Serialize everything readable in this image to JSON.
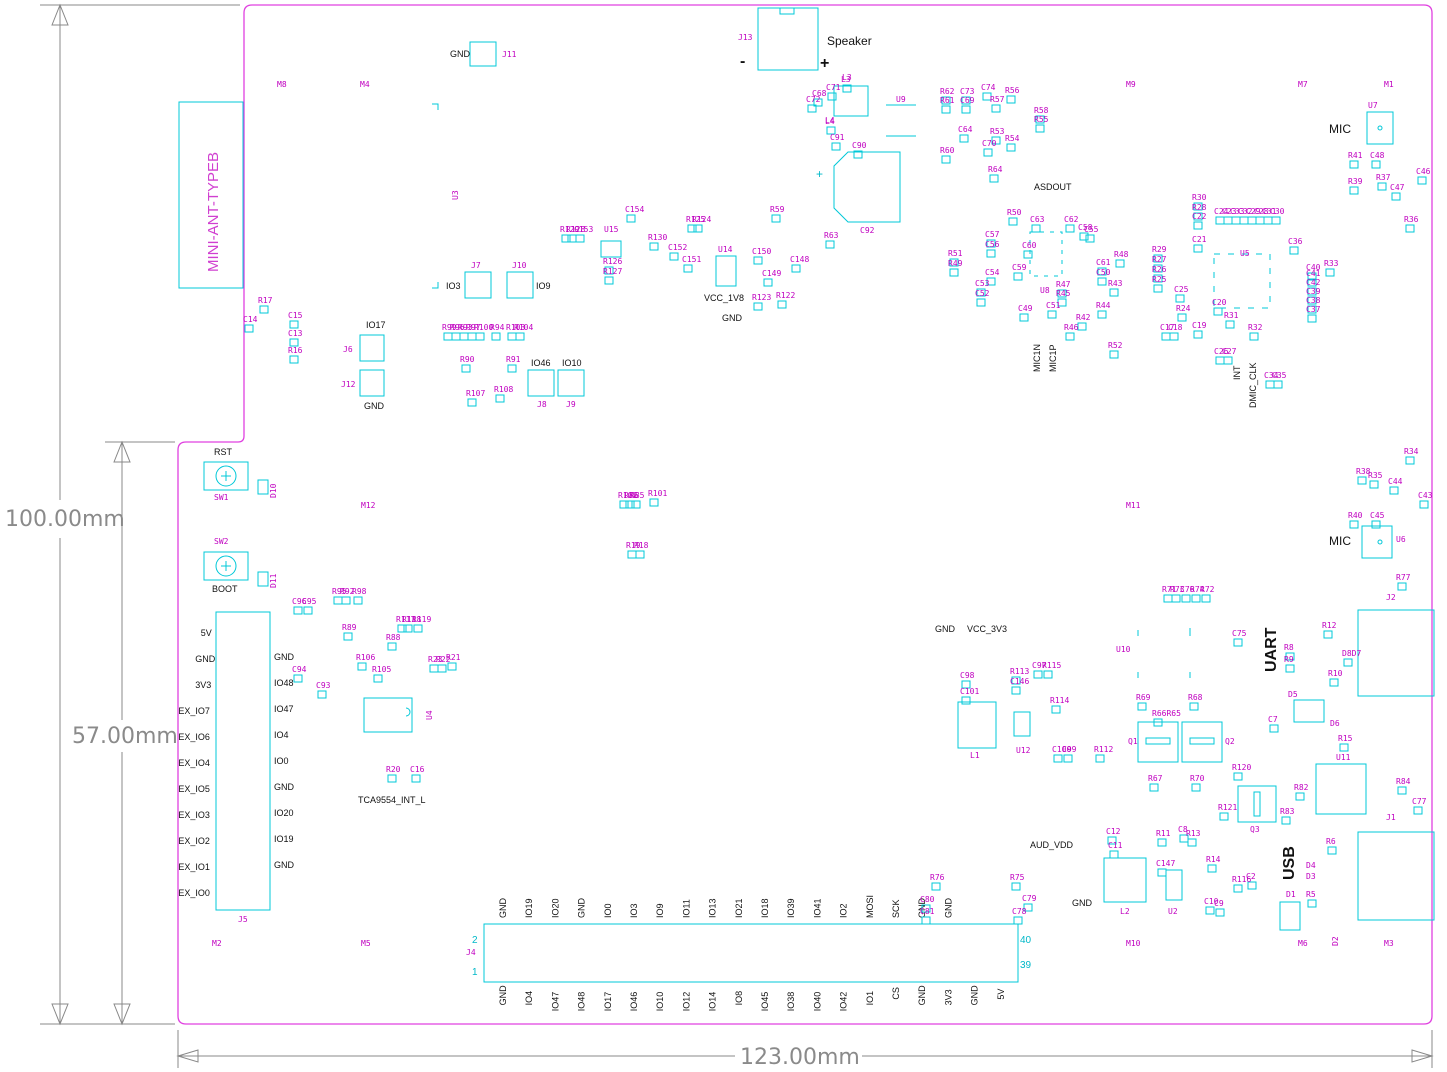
{
  "dimensions": {
    "height_total": "100.00mm",
    "height_lower": "57.00mm",
    "width": "123.00mm"
  },
  "antenna_label": "MINI-ANT-TYPEB",
  "mount_holes": [
    "M8",
    "M4",
    "M9",
    "M7",
    "M1",
    "M12",
    "M11",
    "M2",
    "M5",
    "M10",
    "M6",
    "M3"
  ],
  "speaker": {
    "ref": "J13",
    "label": "Speaker",
    "minus": "-",
    "plus": "+"
  },
  "mic_top": {
    "ref": "U7",
    "label": "MIC"
  },
  "mic_bottom": {
    "ref": "U6",
    "label": "MIC"
  },
  "buttons": {
    "rst": "RST",
    "sw1": "SW1",
    "sw2": "SW2",
    "boot": "BOOT",
    "d10": "D10",
    "d11": "D11"
  },
  "section_labels": {
    "uart": "UART",
    "usb": "USB",
    "asdout": "ASDOUT",
    "int": "INT",
    "dmic_clk": "DMIC_CLK",
    "mic1n": "MIC1N",
    "mic1p": "MIC1P",
    "aud_vdd": "AUD_VDD",
    "gnd_aud": "GND",
    "gnd_vcc": "GND",
    "vcc_3v3": "VCC_3V3",
    "vcc_1v8": "VCC_1V8",
    "gnd_1v8": "GND",
    "tca": "TCA9554_INT_L"
  },
  "test_points": {
    "j11": "J11",
    "gnd_j11": "GND",
    "j7": "J7",
    "io3": "IO3",
    "j10": "J10",
    "io9": "IO9",
    "j6": "J6",
    "io17": "IO17",
    "j12": "J12",
    "gnd_j12": "GND",
    "io46": "IO46",
    "io10": "IO10",
    "j8": "J8",
    "j9": "J9"
  },
  "j5": {
    "ref": "J5",
    "left": [
      "5V",
      "GND",
      "3V3",
      "EX_IO7",
      "EX_IO6",
      "EX_IO4",
      "EX_IO5",
      "EX_IO3",
      "EX_IO2",
      "EX_IO1",
      "EX_IO0"
    ],
    "right": [
      "GND",
      "IO48",
      "IO47",
      "IO4",
      "IO0",
      "GND",
      "IO20",
      "IO19",
      "GND"
    ]
  },
  "j4": {
    "ref": "J4",
    "top": [
      "GND",
      "IO19",
      "IO20",
      "GND",
      "IO0",
      "IO3",
      "IO9",
      "IO11",
      "IO13",
      "IO21",
      "IO18",
      "IO39",
      "IO41",
      "IO2",
      "MOSI",
      "SCK",
      "GND",
      "GND"
    ],
    "bottom": [
      "GND",
      "IO4",
      "IO47",
      "IO48",
      "IO17",
      "IO46",
      "IO10",
      "IO12",
      "IO14",
      "IO8",
      "IO45",
      "IO38",
      "IO40",
      "IO42",
      "IO1",
      "CS",
      "GND",
      "3V3",
      "GND",
      "5V"
    ],
    "pin_tl": "2",
    "pin_bl": "1",
    "pin_tr": "40",
    "pin_br": "39"
  },
  "chips": {
    "u3": "U3",
    "u9": "U9",
    "u14": "U14",
    "u15": "U15",
    "u8": "U8",
    "u5": "U5",
    "u10": "U10",
    "u4": "U4",
    "u12": "U12",
    "u11": "U11",
    "u2": "U2",
    "q1": "Q1",
    "q2": "Q2",
    "q3": "Q3",
    "l1": "L1",
    "l2": "L2",
    "l3": "L3",
    "l4": "L4",
    "j1": "J1",
    "j2": "J2",
    "d1": "D1",
    "d2": "D2",
    "d3": "D3",
    "d4": "D4",
    "d5": "D5",
    "d6": "D6",
    "c92": "C92"
  },
  "refs": [
    [
      "R17",
      258,
      303
    ],
    [
      "C14",
      243,
      322
    ],
    [
      "C15",
      288,
      318
    ],
    [
      "C13",
      288,
      336
    ],
    [
      "R16",
      288,
      353
    ],
    [
      "R129",
      560,
      232
    ],
    [
      "R128",
      566,
      232
    ],
    [
      "C153",
      574,
      232
    ],
    [
      "C154",
      625,
      212
    ],
    [
      "R130",
      648,
      240
    ],
    [
      "R125",
      686,
      222
    ],
    [
      "R124",
      692,
      222
    ],
    [
      "R126",
      603,
      264
    ],
    [
      "R127",
      603,
      274
    ],
    [
      "C152",
      668,
      250
    ],
    [
      "C151",
      682,
      262
    ],
    [
      "C150",
      752,
      254
    ],
    [
      "C149",
      762,
      276
    ],
    [
      "C148",
      790,
      262
    ],
    [
      "R123",
      752,
      300
    ],
    [
      "R122",
      776,
      298
    ],
    [
      "R59",
      770,
      212
    ],
    [
      "R63",
      824,
      238
    ],
    [
      "C72",
      806,
      102
    ],
    [
      "C68",
      812,
      96
    ],
    [
      "C71",
      826,
      90
    ],
    [
      "L3",
      841,
      82
    ],
    [
      "C91",
      830,
      140
    ],
    [
      "C90",
      852,
      148
    ],
    [
      "L4",
      825,
      124
    ],
    [
      "R62",
      940,
      94
    ],
    [
      "R61",
      940,
      103
    ],
    [
      "C73",
      960,
      94
    ],
    [
      "C69",
      960,
      103
    ],
    [
      "C74",
      981,
      90
    ],
    [
      "R56",
      1005,
      93
    ],
    [
      "R57",
      990,
      102
    ],
    [
      "R58",
      1034,
      113
    ],
    [
      "R55",
      1034,
      122
    ],
    [
      "R53",
      990,
      134
    ],
    [
      "C64",
      958,
      132
    ],
    [
      "R54",
      1005,
      141
    ],
    [
      "C70",
      982,
      146
    ],
    [
      "R60",
      940,
      153
    ],
    [
      "R64",
      988,
      172
    ],
    [
      "R50",
      1007,
      215
    ],
    [
      "C63",
      1030,
      222
    ],
    [
      "C62",
      1064,
      222
    ],
    [
      "C57",
      985,
      237
    ],
    [
      "C56",
      985,
      247
    ],
    [
      "R51",
      948,
      256
    ],
    [
      "R49",
      948,
      266
    ],
    [
      "C58",
      1078,
      230
    ],
    [
      "C55",
      1084,
      232
    ],
    [
      "C54",
      985,
      275
    ],
    [
      "C53",
      975,
      286
    ],
    [
      "C52",
      975,
      296
    ],
    [
      "C59",
      1012,
      270
    ],
    [
      "C60",
      1022,
      248
    ],
    [
      "R48",
      1114,
      257
    ],
    [
      "C61",
      1096,
      265
    ],
    [
      "C50",
      1096,
      275
    ],
    [
      "R43",
      1108,
      286
    ],
    [
      "C49",
      1018,
      311
    ],
    [
      "C51",
      1046,
      308
    ],
    [
      "R47",
      1056,
      287
    ],
    [
      "R45",
      1056,
      296
    ],
    [
      "R42",
      1076,
      320
    ],
    [
      "R44",
      1096,
      308
    ],
    [
      "R46",
      1064,
      330
    ],
    [
      "R52",
      1108,
      348
    ],
    [
      "R30",
      1192,
      200
    ],
    [
      "R28",
      1192,
      210
    ],
    [
      "C22",
      1192,
      219
    ],
    [
      "C21",
      1192,
      242
    ],
    [
      "C24",
      1214,
      214
    ],
    [
      "C23",
      1222,
      214
    ],
    [
      "C33",
      1230,
      214
    ],
    [
      "C32",
      1238,
      214
    ],
    [
      "C29",
      1246,
      214
    ],
    [
      "C28",
      1254,
      214
    ],
    [
      "C31",
      1262,
      214
    ],
    [
      "C30",
      1270,
      214
    ],
    [
      "R29",
      1152,
      252
    ],
    [
      "R27",
      1152,
      262
    ],
    [
      "R26",
      1152,
      272
    ],
    [
      "R25",
      1152,
      282
    ],
    [
      "C25",
      1174,
      292
    ],
    [
      "R24",
      1176,
      311
    ],
    [
      "C17",
      1160,
      330
    ],
    [
      "C18",
      1168,
      330
    ],
    [
      "C19",
      1192,
      328
    ],
    [
      "C20",
      1212,
      305
    ],
    [
      "R31",
      1224,
      318
    ],
    [
      "R32",
      1248,
      330
    ],
    [
      "C26",
      1214,
      354
    ],
    [
      "C27",
      1222,
      354
    ],
    [
      "C34",
      1264,
      378
    ],
    [
      "C35",
      1272,
      378
    ],
    [
      "C36",
      1288,
      244
    ],
    [
      "R33",
      1324,
      266
    ],
    [
      "C40",
      1306,
      270
    ],
    [
      "C41",
      1306,
      276
    ],
    [
      "C42",
      1306,
      285
    ],
    [
      "C39",
      1306,
      294
    ],
    [
      "C38",
      1306,
      303
    ],
    [
      "C37",
      1306,
      312
    ],
    [
      "R41",
      1348,
      158
    ],
    [
      "C48",
      1370,
      158
    ],
    [
      "R39",
      1348,
      184
    ],
    [
      "R37",
      1376,
      180
    ],
    [
      "C47",
      1390,
      190
    ],
    [
      "C46",
      1416,
      174
    ],
    [
      "R36",
      1404,
      222
    ],
    [
      "R38",
      1356,
      474
    ],
    [
      "R35",
      1368,
      478
    ],
    [
      "R34",
      1404,
      454
    ],
    [
      "C44",
      1388,
      484
    ],
    [
      "C43",
      1418,
      498
    ],
    [
      "R40",
      1348,
      518
    ],
    [
      "C45",
      1370,
      518
    ],
    [
      "R77",
      1396,
      580
    ],
    [
      "R102",
      618,
      498
    ],
    [
      "R86",
      624,
      498
    ],
    [
      "R85",
      630,
      498
    ],
    [
      "R101",
      648,
      496
    ],
    [
      "R19",
      626,
      548
    ],
    [
      "R18",
      634,
      548
    ],
    [
      "R95",
      332,
      594
    ],
    [
      "R92",
      340,
      594
    ],
    [
      "R98",
      352,
      594
    ],
    [
      "R89",
      342,
      630
    ],
    [
      "R117",
      396,
      622
    ],
    [
      "R118",
      402,
      622
    ],
    [
      "R119",
      412,
      622
    ],
    [
      "R88",
      386,
      640
    ],
    [
      "R106",
      356,
      660
    ],
    [
      "R105",
      372,
      672
    ],
    [
      "R23",
      428,
      662
    ],
    [
      "R22",
      436,
      662
    ],
    [
      "R21",
      446,
      660
    ],
    [
      "C96",
      292,
      604
    ],
    [
      "C95",
      302,
      604
    ],
    [
      "C94",
      292,
      672
    ],
    [
      "C93",
      316,
      688
    ],
    [
      "R99",
      442,
      330
    ],
    [
      "R96",
      450,
      330
    ],
    [
      "R93",
      458,
      330
    ],
    [
      "R97",
      466,
      330
    ],
    [
      "R100",
      474,
      330
    ],
    [
      "R94",
      490,
      330
    ],
    [
      "R103",
      506,
      330
    ],
    [
      "R104",
      514,
      330
    ],
    [
      "R90",
      460,
      362
    ],
    [
      "R91",
      506,
      362
    ],
    [
      "R107",
      466,
      396
    ],
    [
      "R108",
      494,
      392
    ],
    [
      "R20",
      386,
      772
    ],
    [
      "C16",
      410,
      772
    ],
    [
      "R71",
      1162,
      592
    ],
    [
      "R73",
      1170,
      592
    ],
    [
      "C76",
      1180,
      592
    ],
    [
      "R74",
      1190,
      592
    ],
    [
      "R72",
      1200,
      592
    ],
    [
      "C75",
      1232,
      636
    ],
    [
      "R69",
      1136,
      700
    ],
    [
      "R68",
      1188,
      700
    ],
    [
      "R66R65",
      1152,
      716
    ],
    [
      "R67",
      1148,
      781
    ],
    [
      "R70",
      1190,
      781
    ],
    [
      "R120",
      1232,
      770
    ],
    [
      "R121",
      1218,
      810
    ],
    [
      "R82",
      1294,
      790
    ],
    [
      "R83",
      1280,
      814
    ],
    [
      "R84",
      1396,
      784
    ],
    [
      "C77",
      1412,
      804
    ],
    [
      "R15",
      1338,
      741
    ],
    [
      "C7",
      1268,
      722
    ],
    [
      "R8",
      1284,
      650
    ],
    [
      "R9",
      1284,
      662
    ],
    [
      "R12",
      1322,
      628
    ],
    [
      "R10",
      1328,
      676
    ],
    [
      "D8D7",
      1342,
      656
    ],
    [
      "R6",
      1326,
      844
    ],
    [
      "R5",
      1306,
      897
    ],
    [
      "C12",
      1106,
      834
    ],
    [
      "C11",
      1108,
      848
    ],
    [
      "R11",
      1156,
      836
    ],
    [
      "C8",
      1178,
      832
    ],
    [
      "R13",
      1186,
      836
    ],
    [
      "R14",
      1206,
      862
    ],
    [
      "C147",
      1156,
      866
    ],
    [
      "C10",
      1204,
      904
    ],
    [
      "C9",
      1214,
      906
    ],
    [
      "R116",
      1232,
      882
    ],
    [
      "C2",
      1246,
      879
    ],
    [
      "C98",
      960,
      678
    ],
    [
      "C101",
      960,
      694
    ],
    [
      "R113",
      1010,
      674
    ],
    [
      "C146",
      1010,
      684
    ],
    [
      "C97",
      1032,
      668
    ],
    [
      "R115",
      1042,
      668
    ],
    [
      "R114",
      1050,
      703
    ],
    [
      "C100",
      1052,
      752
    ],
    [
      "C99",
      1062,
      752
    ],
    [
      "R112",
      1094,
      752
    ],
    [
      "R76",
      930,
      880
    ],
    [
      "C80",
      920,
      902
    ],
    [
      "C81",
      920,
      914
    ],
    [
      "R75",
      1010,
      880
    ],
    [
      "C79",
      1022,
      901
    ],
    [
      "C78",
      1012,
      914
    ]
  ]
}
